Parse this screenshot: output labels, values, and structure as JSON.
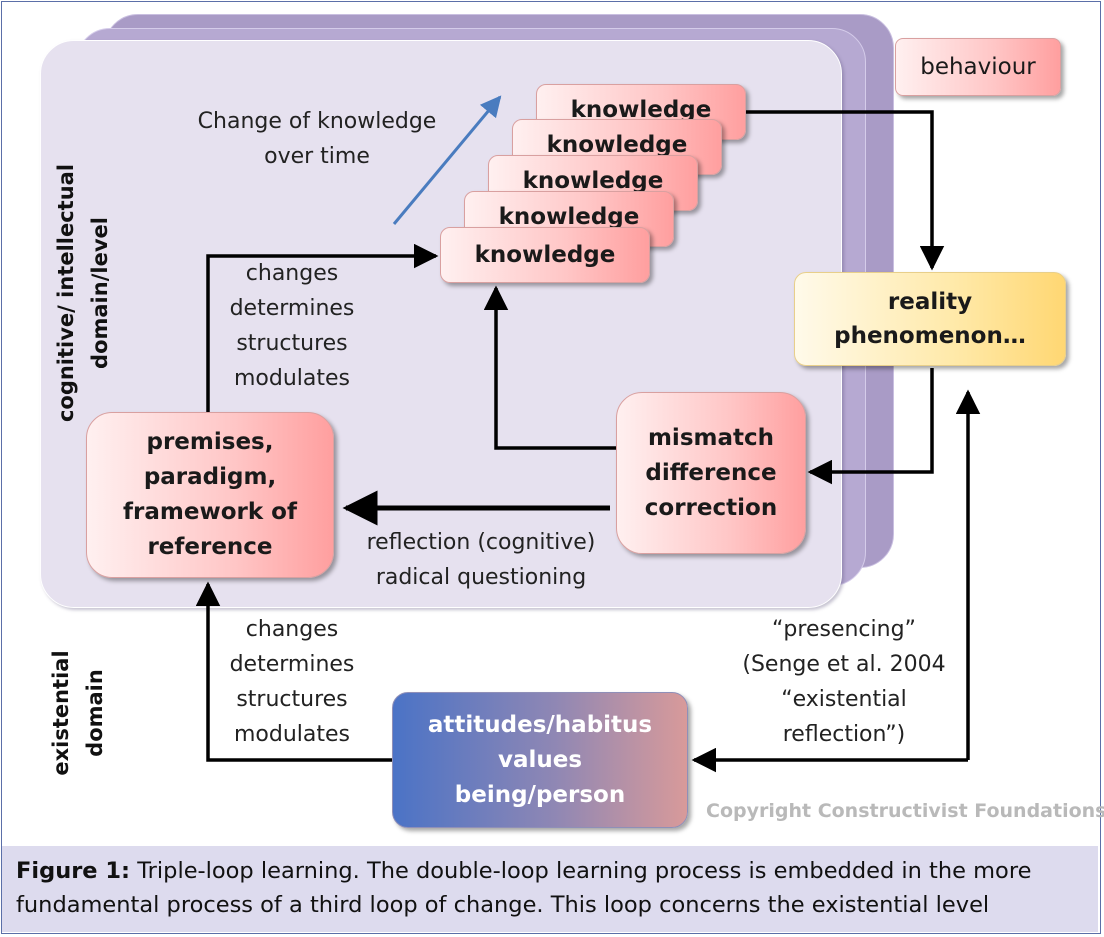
{
  "diagram": {
    "behaviour": "behaviour",
    "knowledge_stack": [
      "knowledge",
      "knowledge",
      "knowledge",
      "knowledge",
      "knowledge"
    ],
    "change_label": [
      "Change of knowledge",
      "over time"
    ],
    "reality": [
      "reality",
      "phenomenon…"
    ],
    "mismatch": [
      "mismatch",
      "difference",
      "correction"
    ],
    "premises": [
      "premises,",
      "paradigm,",
      "framework of",
      "reference"
    ],
    "attitudes": [
      "attitudes/habitus",
      "values",
      "being/person"
    ],
    "upper_link_label": [
      "changes",
      "determines",
      "structures",
      "modulates"
    ],
    "lower_link_label": [
      "changes",
      "determines",
      "structures",
      "modulates"
    ],
    "reflection_label": [
      "reflection (cognitive)",
      "radical questioning"
    ],
    "presencing_label": [
      "“presencing”",
      "(Senge et al. 2004",
      "“existential",
      "reflection”)"
    ],
    "domain_cognitive": [
      "cognitive/ intellectual",
      "domain/level"
    ],
    "domain_existential": [
      "existential",
      "domain"
    ],
    "copyright": "Copyright Constructivist Foundations",
    "colors": {
      "pink_box": "#ffb3b3",
      "yellow_box": "#ffe08a",
      "blue_box": "#4b73c6",
      "layer_back": "#a99bc6",
      "layer_front": "#e6e1ef",
      "caption_bg": "#dddbee",
      "time_arrow": "#4a7cbf"
    }
  },
  "caption": {
    "label": "Figure 1:",
    "text": "Triple-loop learning. The double-loop learning process is embedded in the more fundamental process of a third loop of change. This loop concerns the existential level"
  }
}
